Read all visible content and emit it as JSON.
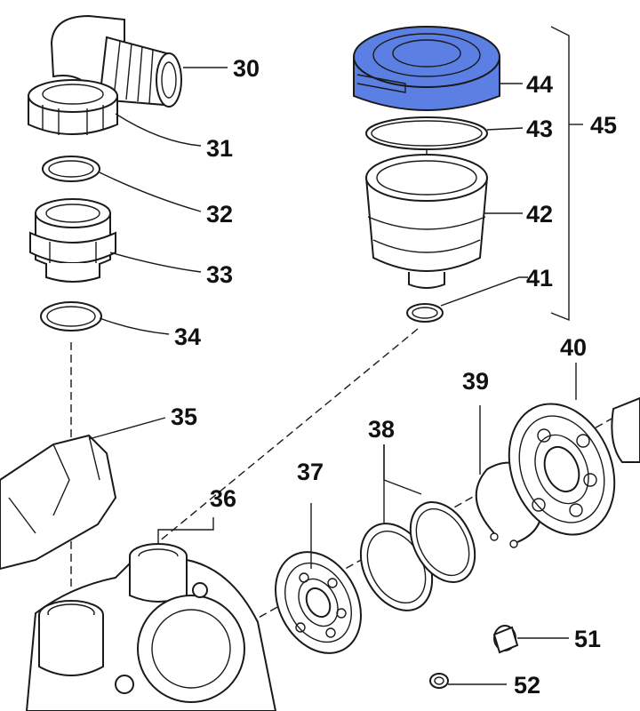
{
  "diagram": {
    "highlight_color": "#5b7fe3",
    "labels": {
      "p30": "30",
      "p31": "31",
      "p32": "32",
      "p33": "33",
      "p34": "34",
      "p35": "35",
      "p36": "36",
      "p37": "37",
      "p38": "38",
      "p39": "39",
      "p40": "40",
      "p41": "41",
      "p42": "42",
      "p43": "43",
      "p44": "44",
      "p45": "45",
      "p51": "51",
      "p52": "52"
    }
  }
}
